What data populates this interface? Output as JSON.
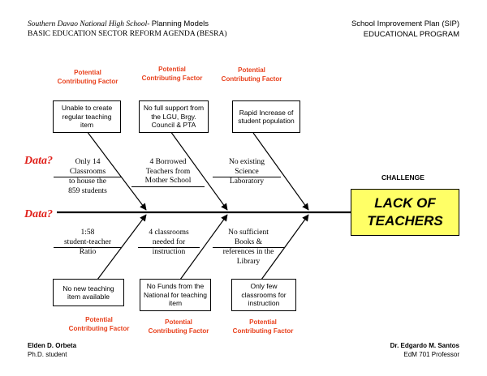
{
  "header": {
    "school": "Southern Davao National High School-",
    "models": "Planning Models",
    "agenda": "BASIC EDUCATION SECTOR REFORM AGENDA (BESRA)",
    "plan": "School Improvement Plan (SIP)",
    "program": "EDUCATIONAL PROGRAM"
  },
  "factor_label_line1": "Potential",
  "factor_label_line2": "Contributing Factor",
  "top_boxes": [
    "Unable to create regular teaching item",
    "No full support from the LGU, Brgy. Council & PTA",
    "Rapid Increase of student population"
  ],
  "bottom_boxes": [
    "No new teaching item available",
    "No Funds from the National for teaching item",
    "Only few classrooms for instruction"
  ],
  "data_label": "Data?",
  "top_data": [
    {
      "lines": [
        "Only 14",
        "Classrooms",
        "to house the",
        "859 students"
      ]
    },
    {
      "lines": [
        "4 Borrowed",
        "Teachers from",
        "Mother School"
      ]
    },
    {
      "lines": [
        "No existing",
        "Science",
        "Laboratory"
      ]
    }
  ],
  "bottom_data": [
    {
      "lines": [
        "1:58",
        "student-teacher",
        "Ratio"
      ]
    },
    {
      "lines": [
        "4 classrooms",
        "needed for",
        "instruction"
      ]
    },
    {
      "lines": [
        "No sufficient",
        "Books &",
        "references in the",
        "Library"
      ]
    }
  ],
  "challenge": {
    "label": "CHALLENGE",
    "line1": "LACK OF",
    "line2": "TEACHERS"
  },
  "footer": {
    "author": "Elden D. Orbeta",
    "author_role": "Ph.D. student",
    "professor": "Dr. Edgardo M. Santos",
    "professor_role": "EdM 701 Professor"
  },
  "colors": {
    "factor": "#e8401c",
    "data": "#e0201a",
    "challenge_fill": "#ffff66"
  }
}
